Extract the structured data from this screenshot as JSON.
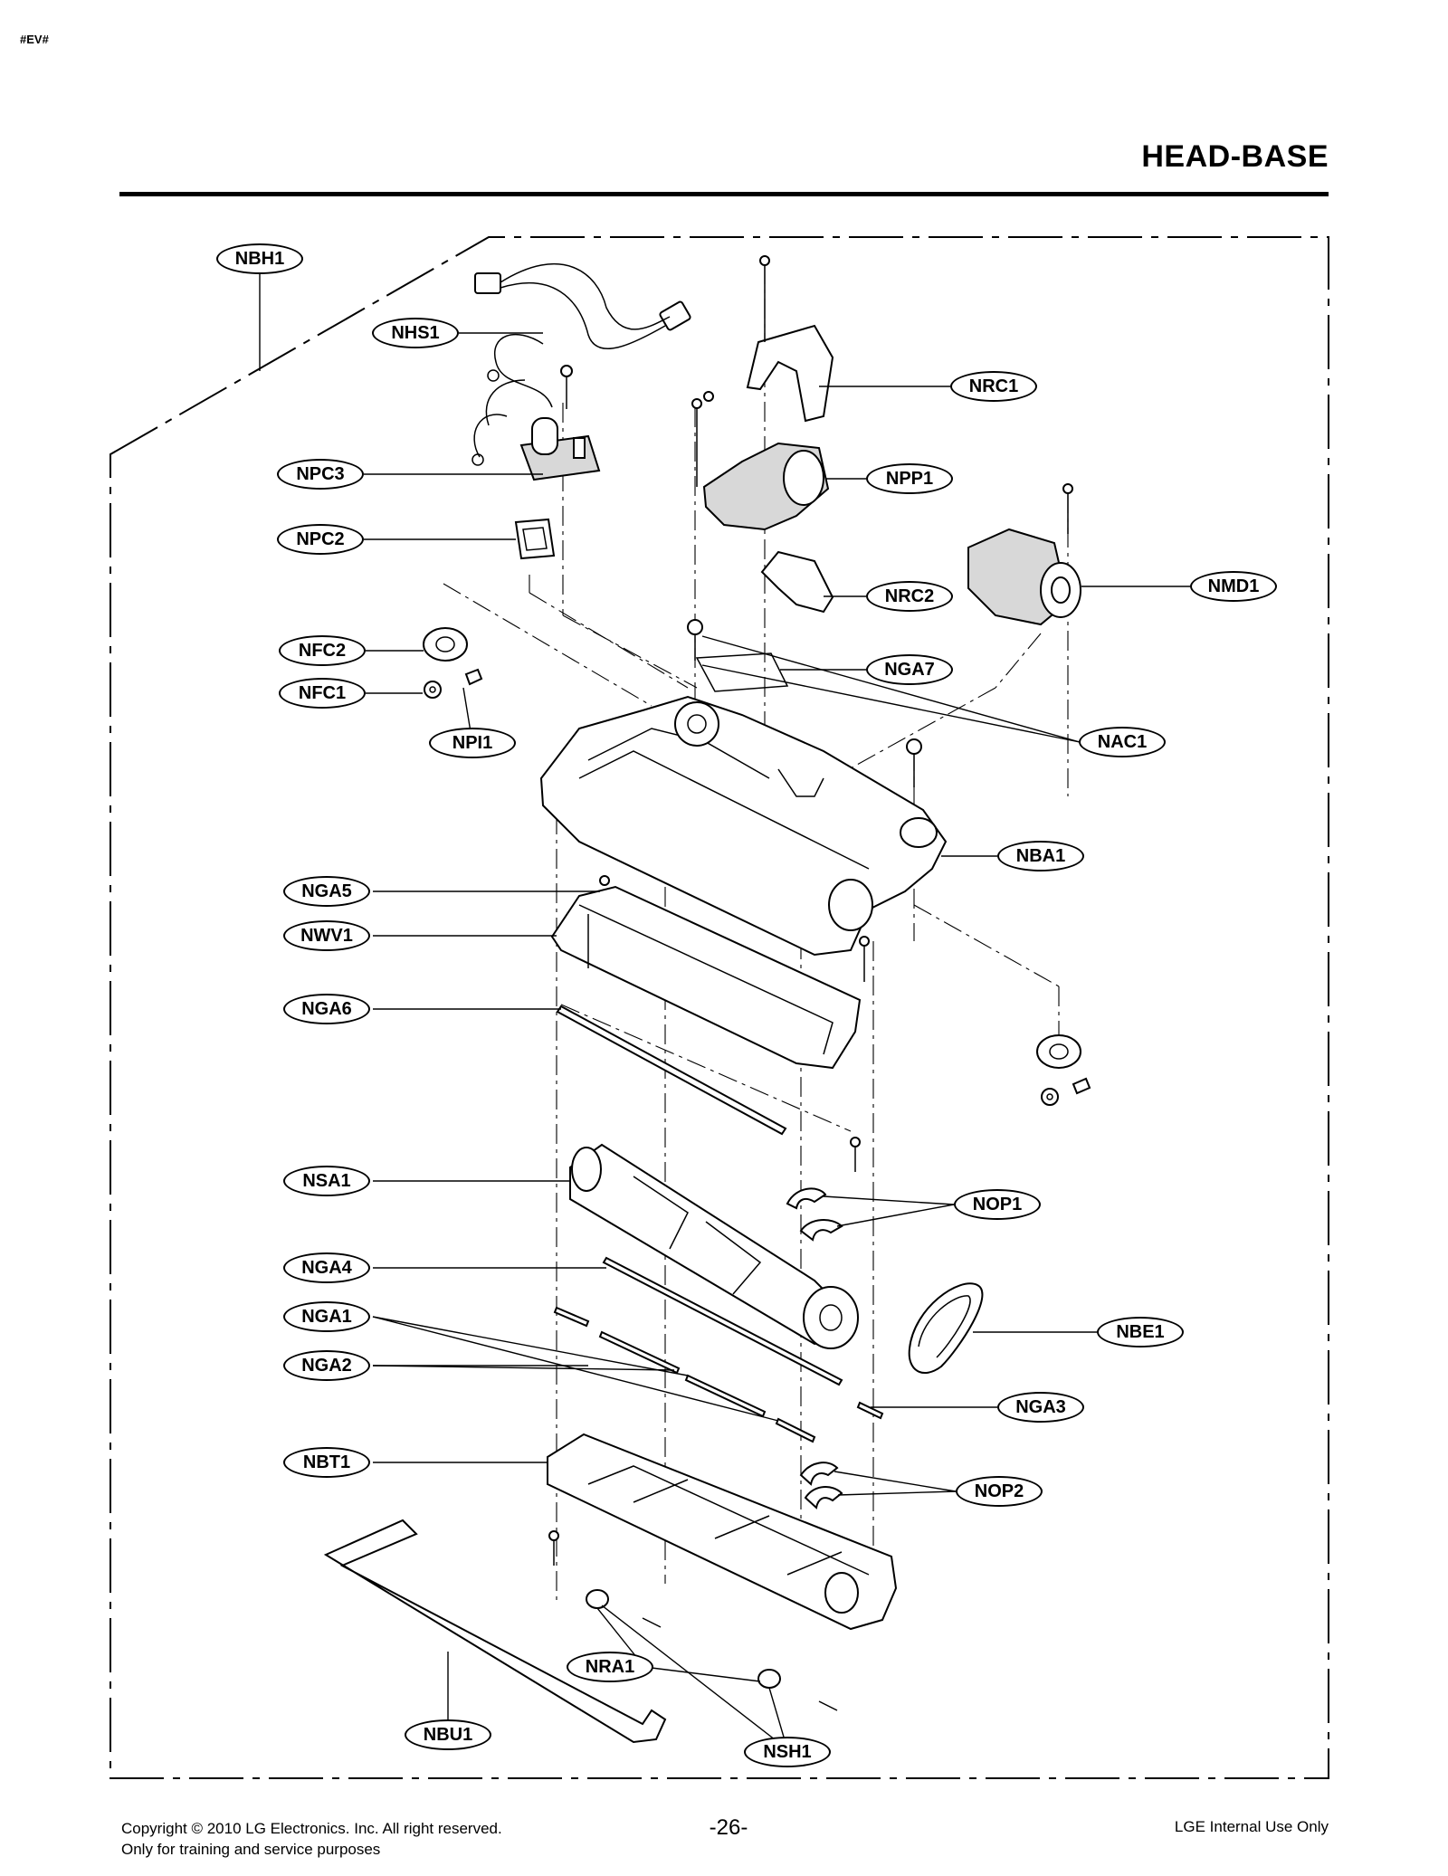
{
  "header": {
    "code": "#EV#",
    "title": "HEAD-BASE"
  },
  "callouts": {
    "NBH1": "NBH1",
    "NHS1": "NHS1",
    "NRC1": "NRC1",
    "NPC3": "NPC3",
    "NPP1": "NPP1",
    "NPC2": "NPC2",
    "NMD1": "NMD1",
    "NRC2": "NRC2",
    "NFC2": "NFC2",
    "NGA7": "NGA7",
    "NFC1": "NFC1",
    "NPI1": "NPI1",
    "NAC1": "NAC1",
    "NBA1": "NBA1",
    "NGA5": "NGA5",
    "NWV1": "NWV1",
    "NGA6": "NGA6",
    "NSA1": "NSA1",
    "NOP1": "NOP1",
    "NGA4": "NGA4",
    "NGA1": "NGA1",
    "NBE1": "NBE1",
    "NGA2": "NGA2",
    "NGA3": "NGA3",
    "NBT1": "NBT1",
    "NOP2": "NOP2",
    "NRA1": "NRA1",
    "NBU1": "NBU1",
    "NSH1": "NSH1"
  },
  "footer": {
    "copyright": "Copyright © 2010 LG Electronics. Inc. All right reserved.",
    "note": "Only for training and service purposes",
    "page": "-26-",
    "classification": "LGE Internal Use Only"
  }
}
